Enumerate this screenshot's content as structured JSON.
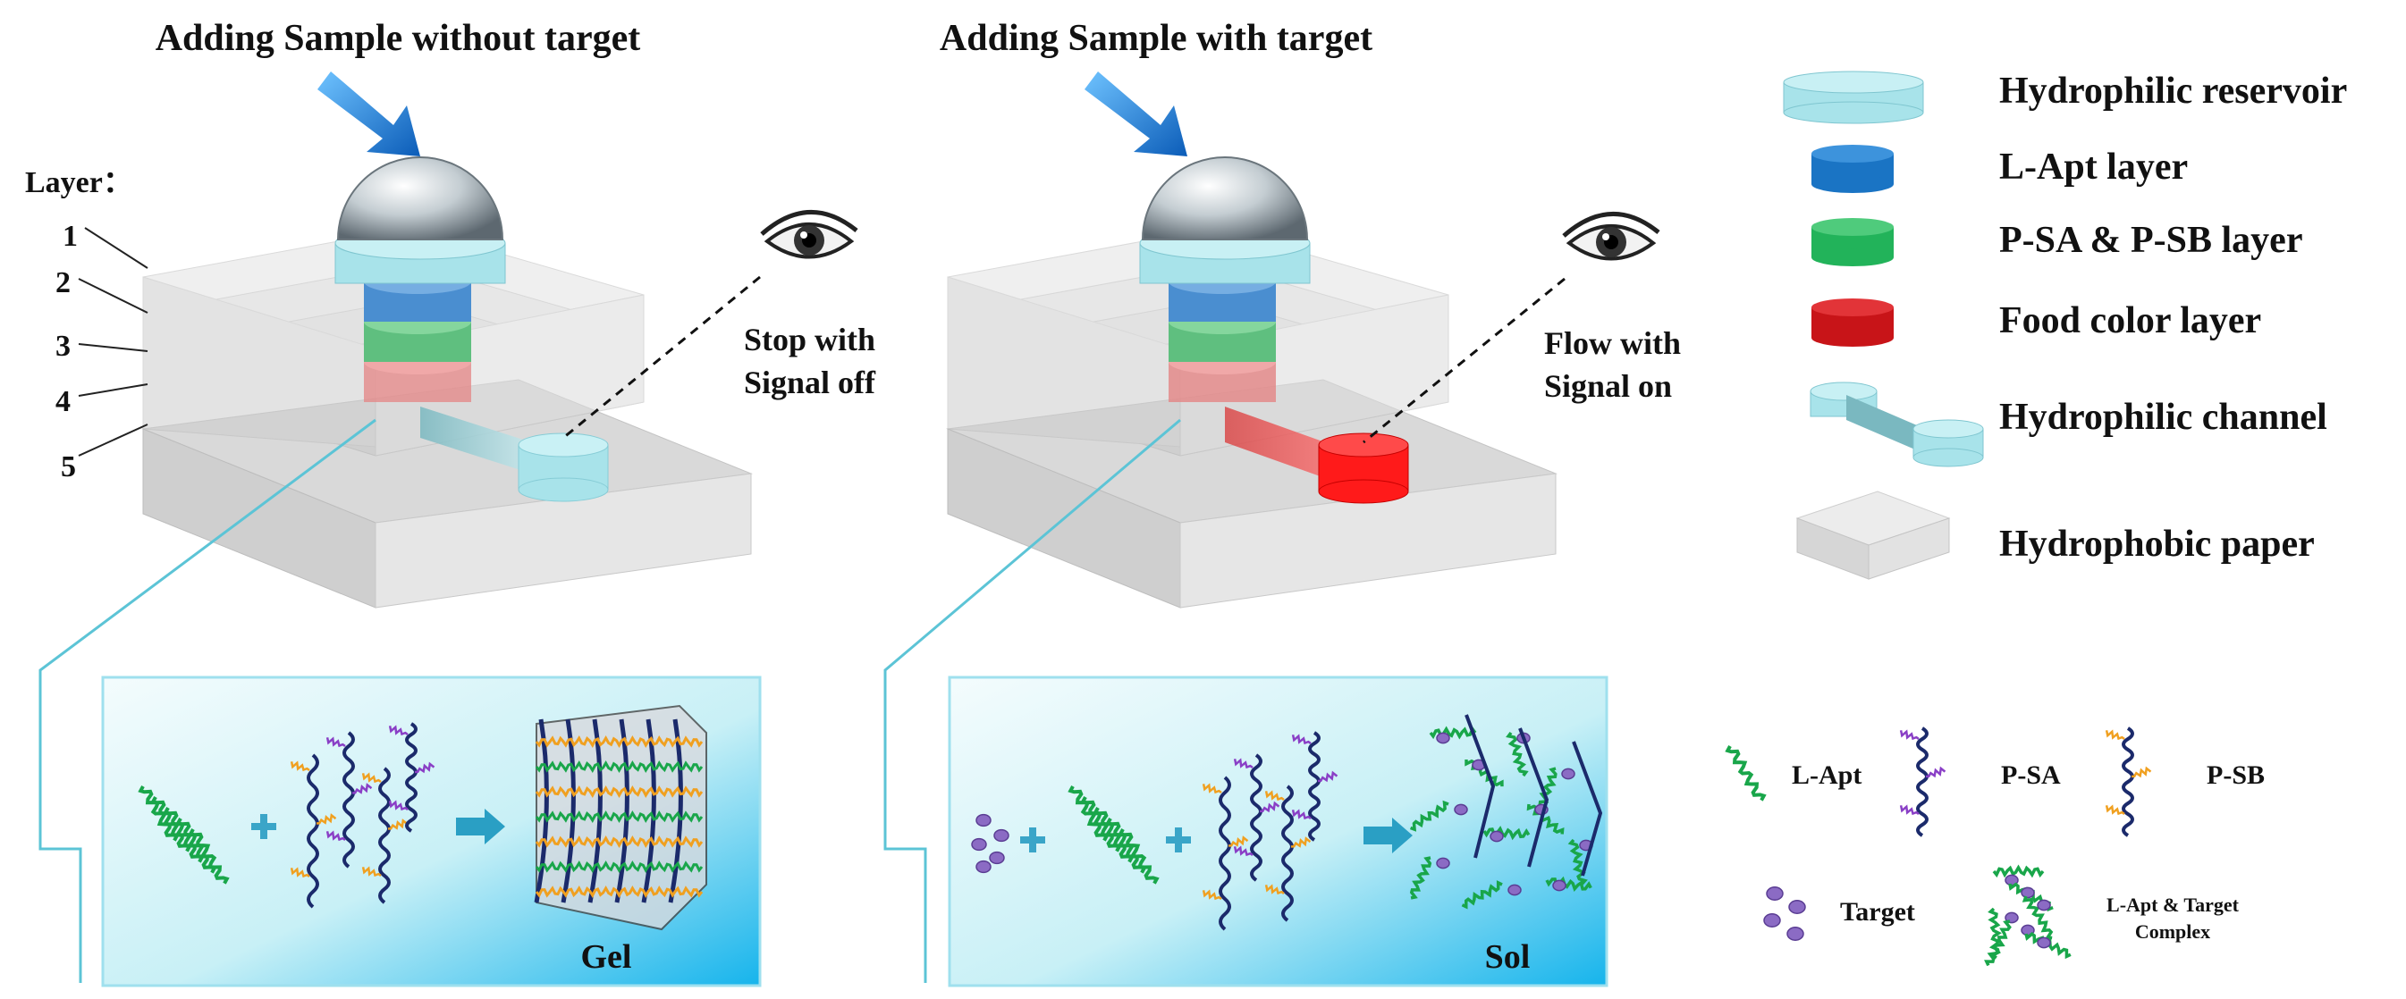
{
  "panels": {
    "left_title": "Adding Sample without target",
    "right_title": "Adding Sample with target",
    "layer_label": "Layer：",
    "layer_numbers": [
      "1",
      "2",
      "3",
      "4",
      "5"
    ],
    "left_signal": [
      "Stop with",
      "Signal off"
    ],
    "right_signal": [
      "Flow with",
      "Signal on"
    ],
    "left_result": "Gel",
    "right_result": "Sol"
  },
  "legend": {
    "items": [
      {
        "label": "Hydrophilic reservoir",
        "color": "#a8e3ea"
      },
      {
        "label": "L-Apt  layer",
        "color": "#1a74c4"
      },
      {
        "label": "P-SA & P-SB layer",
        "color": "#22b35a"
      },
      {
        "label": "Food color layer",
        "color": "#c81418"
      },
      {
        "label": "Hydrophilic channel",
        "color": "#a8e3ea"
      },
      {
        "label": "Hydrophobic paper",
        "color": "#d8d8d8"
      }
    ]
  },
  "molecules": {
    "l_apt": "L-Apt",
    "p_sa": "P-SA",
    "p_sb": "P-SB",
    "target": "Target",
    "complex_line1": "L-Apt & Target",
    "complex_line2": "Complex"
  },
  "colors": {
    "arrow_blue": "#1f7fd6",
    "aptamer_green": "#19a64a",
    "strand_navy": "#1b2a6b",
    "sa_purple": "#8a3fc6",
    "sb_orange": "#f0a020",
    "target_purple": "#8b6bc4",
    "panel_edge": "#9fe0ee",
    "food_red": "#ff1a1a"
  }
}
